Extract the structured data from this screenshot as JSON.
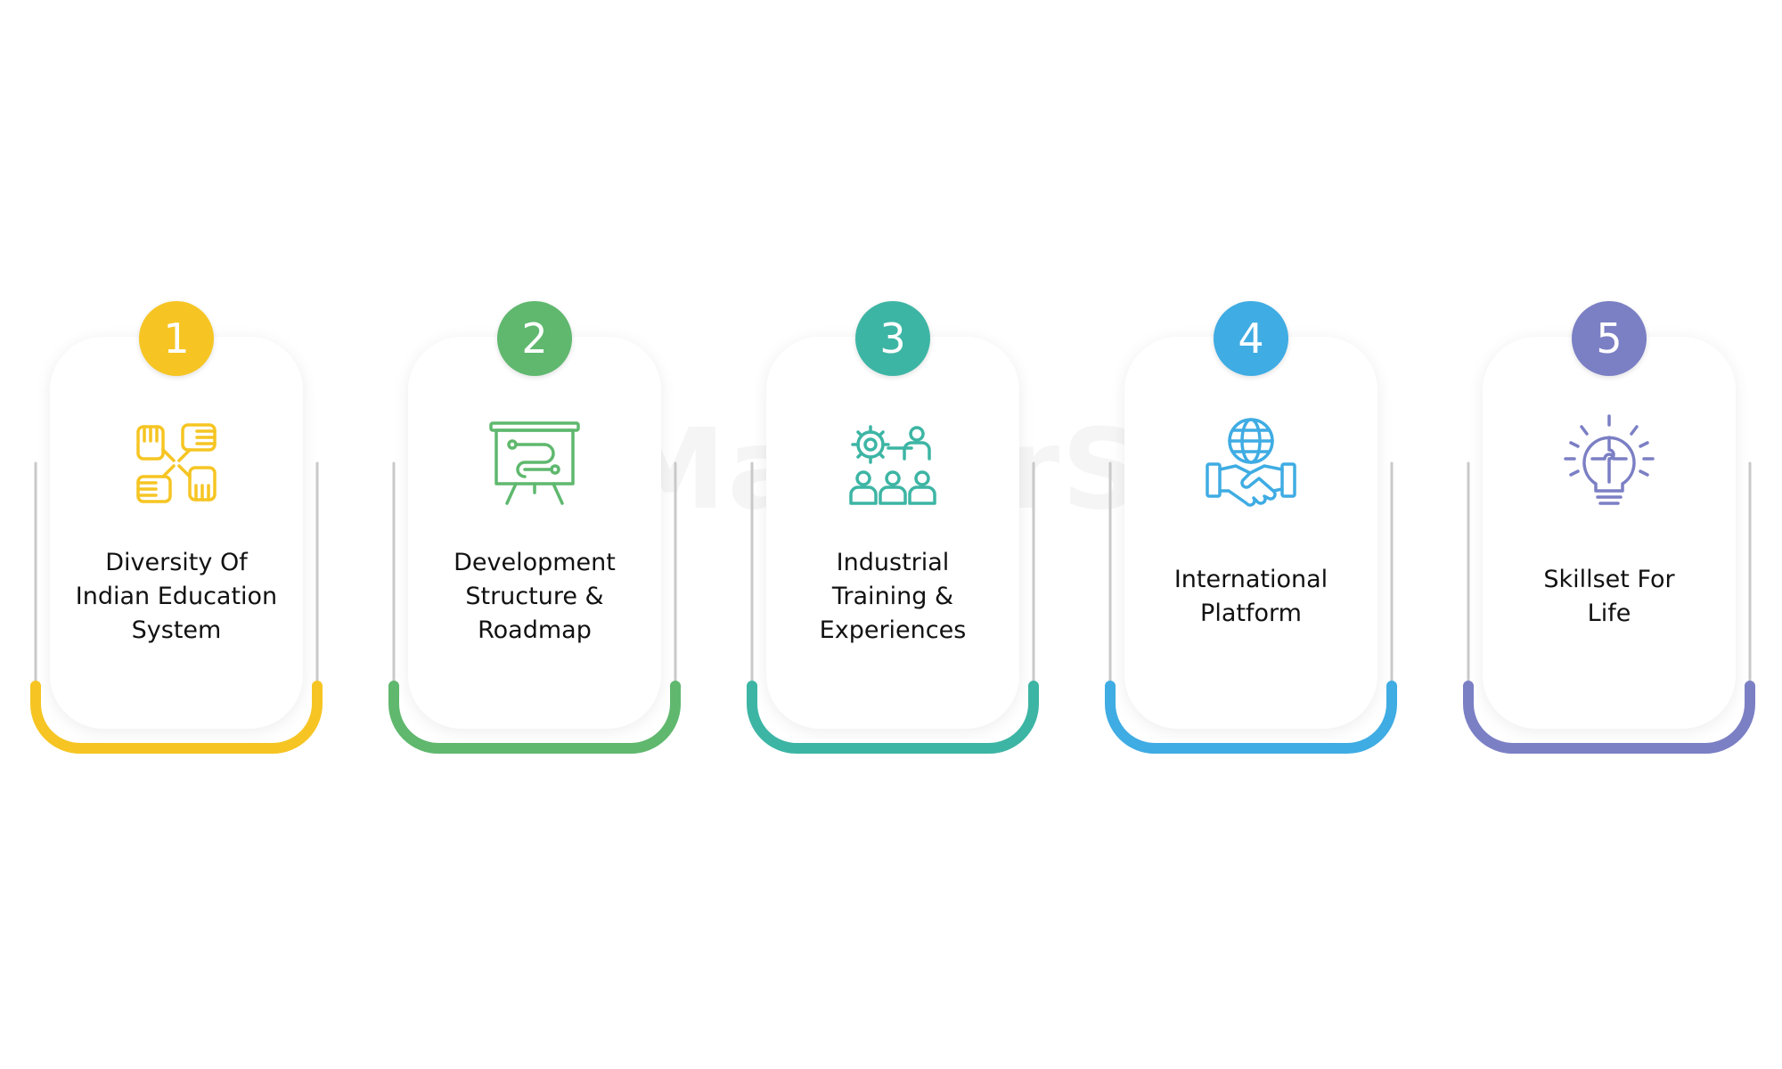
{
  "watermark": "MasterSoft",
  "steps": [
    {
      "number": "1",
      "lines": [
        "Diversity Of",
        "Indian Education",
        "System"
      ],
      "color": "#F6C523",
      "icon": "hands-circle-icon"
    },
    {
      "number": "2",
      "lines": [
        "Development",
        "Structure &",
        "Roadmap"
      ],
      "color": "#5FB86E",
      "icon": "presentation-roadmap-icon"
    },
    {
      "number": "3",
      "lines": [
        "Industrial",
        "Training &",
        "Experiences"
      ],
      "color": "#3DB5A4",
      "icon": "gear-people-training-icon"
    },
    {
      "number": "4",
      "lines": [
        "International",
        "Platform"
      ],
      "color": "#3FACE3",
      "icon": "globe-handshake-icon"
    },
    {
      "number": "5",
      "lines": [
        "Skillset For",
        "Life"
      ],
      "color": "#7B7FC4",
      "icon": "lightbulb-puzzle-icon"
    }
  ]
}
